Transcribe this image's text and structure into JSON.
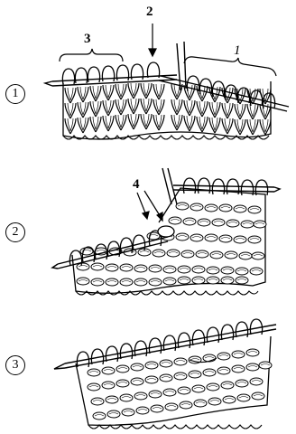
{
  "steps": [
    {
      "number": "1"
    },
    {
      "number": "2"
    },
    {
      "number": "3"
    }
  ],
  "callouts": {
    "label_1": "1",
    "label_2": "2",
    "label_3": "3",
    "label_4": "4"
  },
  "colors": {
    "ink": "#000000",
    "background": "#ffffff"
  }
}
